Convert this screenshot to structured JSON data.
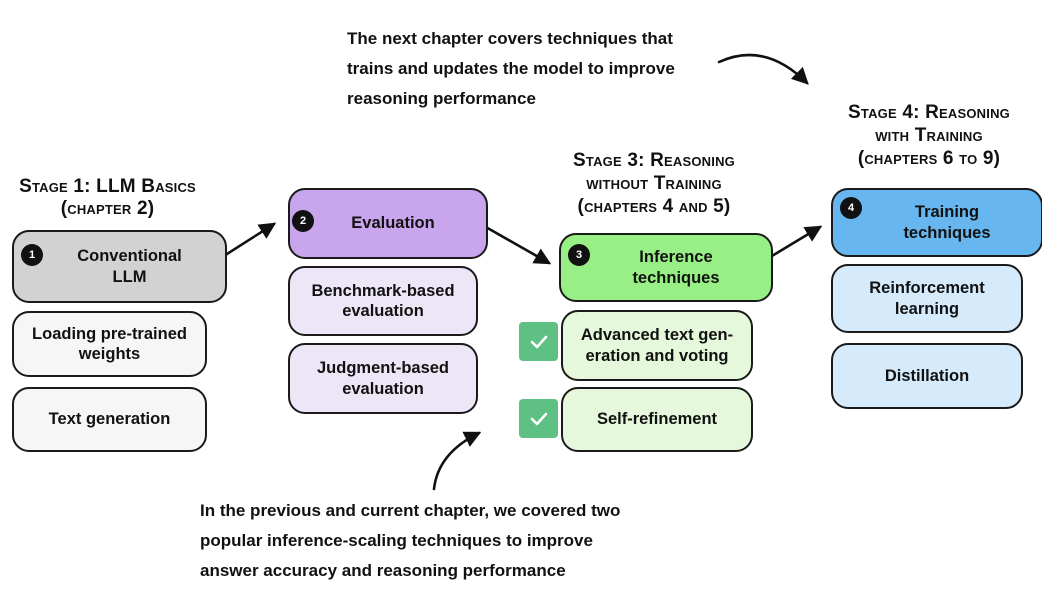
{
  "diagram": {
    "annotation_top": {
      "lines": [
        "The next chapter covers techniques that",
        "trains and updates the model to improve",
        "reasoning performance"
      ]
    },
    "annotation_bottom": {
      "lines": [
        "In the previous and current chapter, we covered two",
        "popular inference-scaling techniques to improve",
        "answer accuracy and reasoning performance"
      ]
    },
    "stage1": {
      "title_lines": [
        "Stage 1: LLM Basics",
        "(chapter 2)"
      ],
      "header": {
        "number": "1",
        "label": "Conventional\nLLM"
      },
      "items": [
        "Loading pre-trained\nweights",
        "Text generation"
      ]
    },
    "stage2": {
      "header": {
        "number": "2",
        "label": "Evaluation"
      },
      "items": [
        "Benchmark-based\nevaluation",
        "Judgment-based\nevaluation"
      ]
    },
    "stage3": {
      "title_lines": [
        "Stage 3: Reasoning",
        "without Training",
        "(chapters 4 and 5)"
      ],
      "header": {
        "number": "3",
        "label": "Inference\ntechniques"
      },
      "items": [
        "Advanced text gen-\neration and voting",
        "Self-refinement"
      ],
      "checked": [
        true,
        true
      ]
    },
    "stage4": {
      "title_lines": [
        "Stage 4: Reasoning",
        "with Training",
        "(chapters 6 to 9)"
      ],
      "header": {
        "number": "4",
        "label": "Training\ntechniques"
      },
      "items": [
        "Reinforcement\nlearning",
        "Distillation"
      ]
    },
    "colors": {
      "stage1_header": "#d2d2d2",
      "stage1_item": "#f6f6f6",
      "stage2_header": "#c9a5ee",
      "stage2_item": "#ede6f7",
      "stage3_header": "#98ef85",
      "stage3_item": "#e6f8dc",
      "stage4_header": "#68b6ef",
      "stage4_item": "#d5eafa",
      "checkmark": "#5fc083",
      "border": "#1a1a1a",
      "arrow": "#111111"
    }
  }
}
